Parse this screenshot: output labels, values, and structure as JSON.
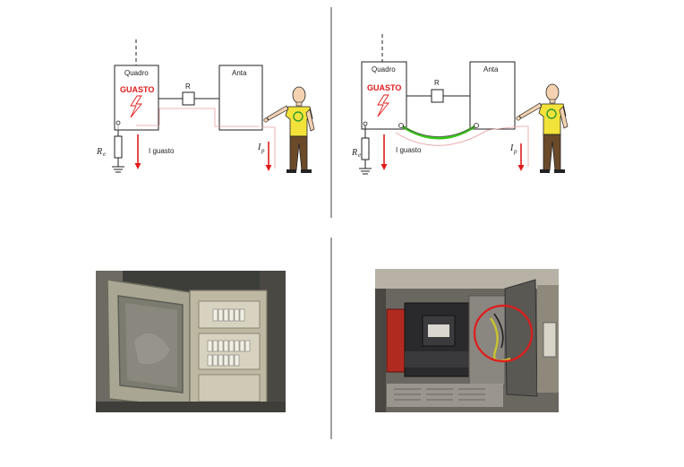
{
  "left_diagram": {
    "panel_label": "Quadro",
    "fault_label": "GUASTO",
    "resistor_label": "R",
    "door_label": "Anta",
    "earth_resistance_symbol": "R",
    "earth_resistance_subscript": "e",
    "fault_current_label": "I guasto",
    "person_current_symbol": "I",
    "person_current_subscript": "p"
  },
  "right_diagram": {
    "panel_label": "Quadro",
    "fault_label": "GUASTO",
    "resistor_label": "R",
    "door_label": "Anta",
    "earth_resistance_symbol": "R",
    "earth_resistance_subscript": "e",
    "fault_current_label": "I guasto",
    "person_current_symbol": "I",
    "person_current_subscript": "p",
    "bonding_wire_color": "#38c61a"
  },
  "colors": {
    "fault_red": "#e01b1b",
    "line": "#222222",
    "shirt": "#f3e23a",
    "pants": "#6b4a2a",
    "skin": "#f4d2b0"
  }
}
